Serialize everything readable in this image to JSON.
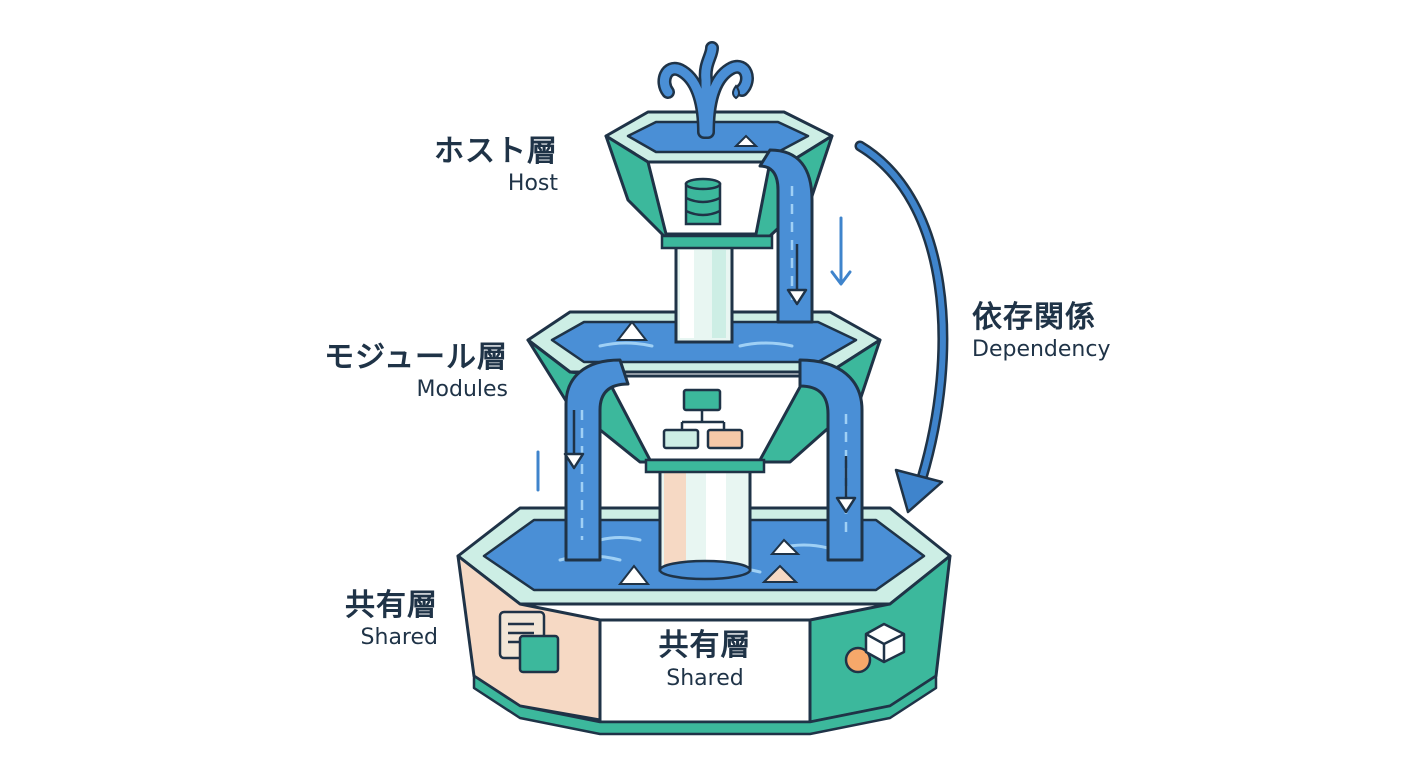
{
  "labels": {
    "host": {
      "jp": "ホスト層",
      "en": "Host"
    },
    "modules": {
      "jp": "モジュール層",
      "en": "Modules"
    },
    "shared": {
      "jp": "共有層",
      "en": "Shared"
    },
    "dependency": {
      "jp": "依存関係",
      "en": "Dependency"
    }
  },
  "plate": {
    "jp": "共有層",
    "en": "Shared"
  },
  "colors": {
    "outline": "#1f3347",
    "water": "#4a8fd6",
    "water_light": "#7fb8ec",
    "teal": "#3cb89c",
    "teal_light": "#cdeee5",
    "peach": "#f6d9c4",
    "arrow": "#3f84cc"
  },
  "icons": [
    "database-icon",
    "hierarchy-icon",
    "document-icon",
    "cube-icon"
  ]
}
